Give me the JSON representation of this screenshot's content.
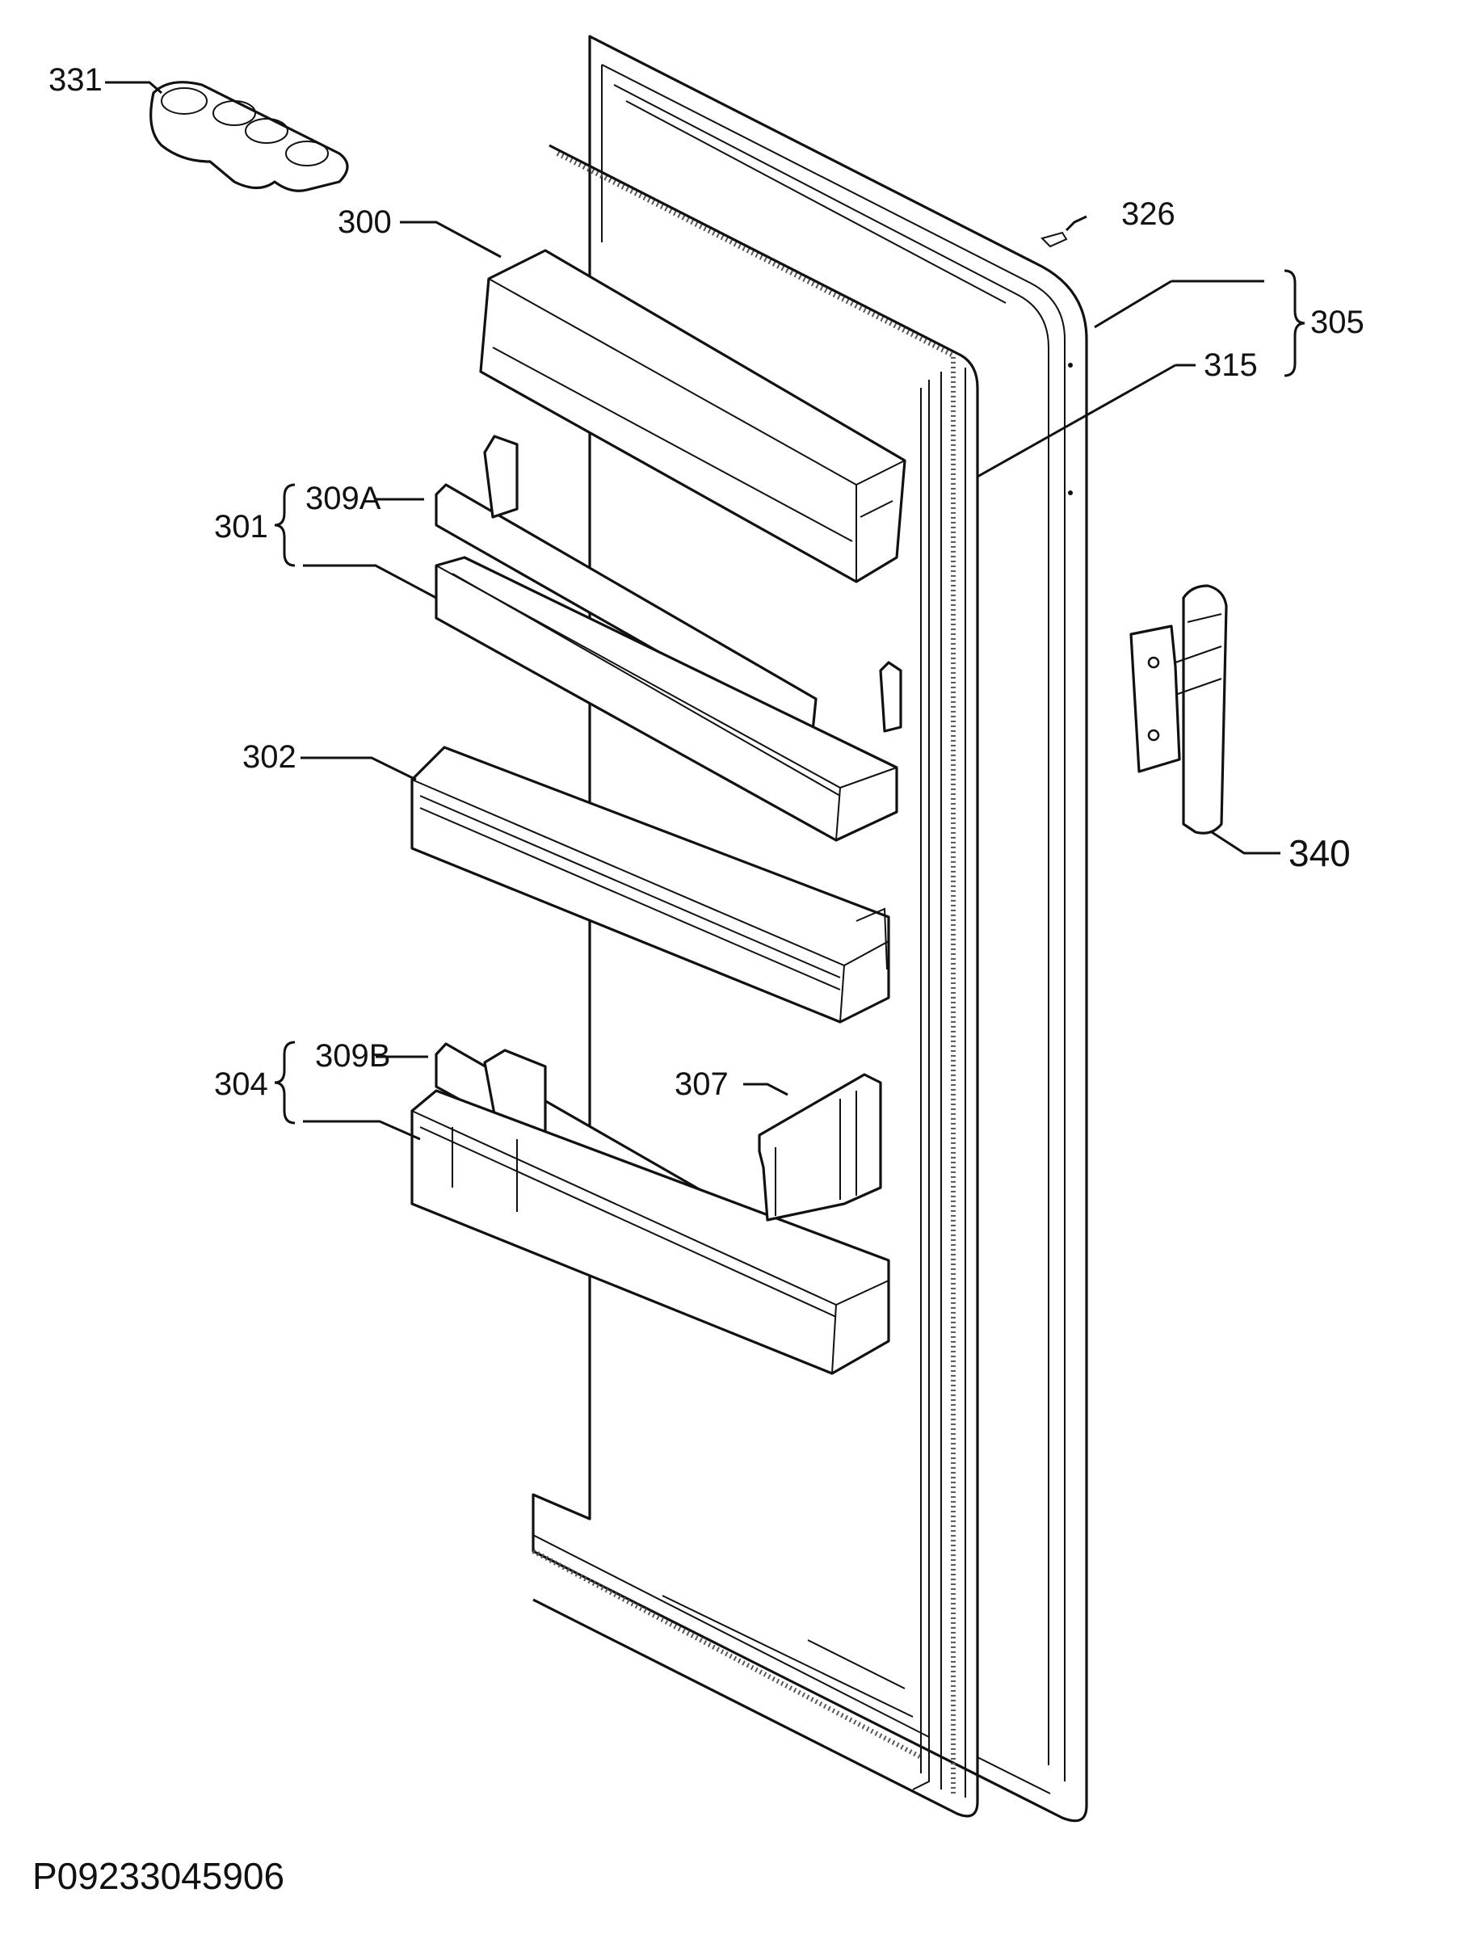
{
  "callouts": [
    {
      "id": "331",
      "label": "331"
    },
    {
      "id": "300",
      "label": "300"
    },
    {
      "id": "326",
      "label": "326"
    },
    {
      "id": "305",
      "label": "305"
    },
    {
      "id": "315",
      "label": "315"
    },
    {
      "id": "301",
      "label": "301"
    },
    {
      "id": "309A",
      "label": "309A"
    },
    {
      "id": "302",
      "label": "302"
    },
    {
      "id": "340",
      "label": "340"
    },
    {
      "id": "304",
      "label": "304"
    },
    {
      "id": "309B",
      "label": "309B"
    },
    {
      "id": "307",
      "label": "307"
    }
  ],
  "drawing_code": "P09233045906"
}
